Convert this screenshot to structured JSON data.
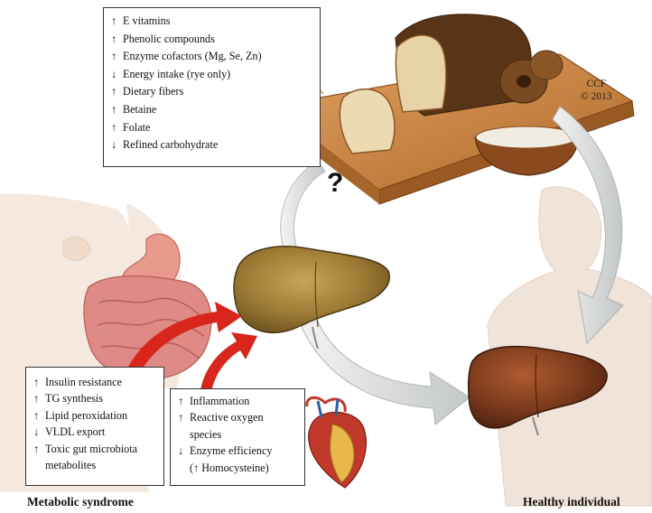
{
  "colors": {
    "liver_healthy": "#7a3a1c",
    "liver_fatty": "#9c7a34",
    "arrow_red": "#d8261c",
    "arrow_gray": "#c8cccb",
    "skin": "#f3e4d8",
    "intestine": "#e08a86",
    "bread": "#c07a38"
  },
  "top_box": {
    "items": [
      {
        "arrow": "↑",
        "text": "E vitamins"
      },
      {
        "arrow": "↑",
        "text": "Phenolic compounds"
      },
      {
        "arrow": "↑",
        "text": "Enzyme cofactors (Mg, Se, Zn)"
      },
      {
        "arrow": "↓",
        "text": "Energy intake (rye only)"
      },
      {
        "arrow": "↑",
        "text": "Dietary fibers"
      },
      {
        "arrow": "↑",
        "text": "Betaine"
      },
      {
        "arrow": "↑",
        "text": "Folate"
      },
      {
        "arrow": "↓",
        "text": "Refined carbohydrate"
      }
    ]
  },
  "left_box": {
    "items": [
      {
        "arrow": "↑",
        "text": "Insulin resistance"
      },
      {
        "arrow": "↑",
        "text": "TG synthesis"
      },
      {
        "arrow": "↑",
        "text": "Lipid peroxidation"
      },
      {
        "arrow": "↓",
        "text": "VLDL export"
      },
      {
        "arrow": "↑",
        "text": "Toxic gut microbiota"
      },
      {
        "arrow": "",
        "text": "metabolites"
      }
    ]
  },
  "mid_box": {
    "items": [
      {
        "arrow": "↑",
        "text": "Inflammation"
      },
      {
        "arrow": "↑",
        "text": "Reactive oxygen"
      },
      {
        "arrow": "",
        "text": "species"
      },
      {
        "arrow": "↓",
        "text": "Enzyme efficiency"
      },
      {
        "arrow": "",
        "text": "(↑ Homocysteine)"
      }
    ]
  },
  "question_mark": "?",
  "credit": {
    "line1": "CCF",
    "line2": "© 2013"
  },
  "labels": {
    "metabolic": "Metabolic syndrome",
    "healthy": "Healthy individual"
  }
}
